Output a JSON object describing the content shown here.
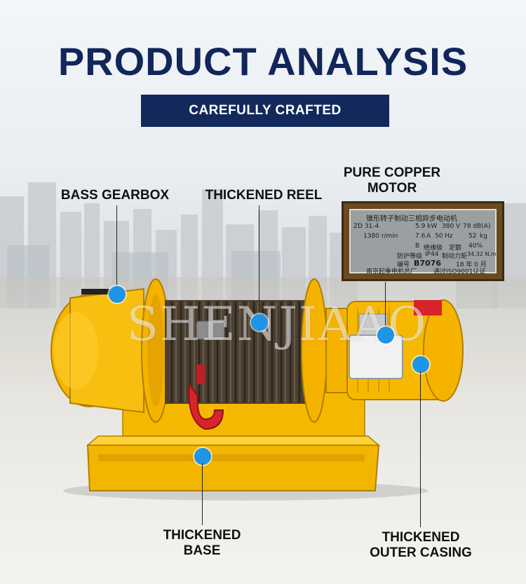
{
  "header": {
    "title": "PRODUCT ANALYSIS",
    "subtitle": "CAREFULLY CRAFTED"
  },
  "callouts": {
    "gearbox": "BASS GEARBOX",
    "reel": "THICKENED REEL",
    "motor_line1": "PURE COPPER",
    "motor_line2": "MOTOR",
    "base_line1": "THICKENED",
    "base_line2": "BASE",
    "casing_line1": "THICKENED",
    "casing_line2": "OUTER CASING"
  },
  "watermark": "SHENJIAAO",
  "nameplate": {
    "title": "锥形转子制动三相异步电动机",
    "model": "ZD 31-4",
    "power": "5.9 kW",
    "voltage": "380",
    "voltage_unit": "V",
    "noise": "78 dB(A)",
    "speed": "1380 r/min",
    "current": "7.6",
    "current_unit": "A",
    "freq": "50",
    "freq_unit": "Hz",
    "weight": "52",
    "weight_unit": "kg",
    "insulation": "B",
    "insulation_label": "绝缘级",
    "duty_label": "定额",
    "duty": "40%",
    "protection_label": "防护等级",
    "protection": "IP44",
    "torque_label": "制动力矩",
    "torque": "34.32 N.m",
    "serial_label": "编号",
    "serial": "B7076",
    "date": "18 年 0 月",
    "maker": "南京起重电机总厂",
    "cert": "通过ISO9001认证"
  },
  "colors": {
    "navy": "#13295c",
    "callout_dot": "#1e95e6",
    "machine_yellow": "#f5b800",
    "hook_red": "#d8232a"
  }
}
